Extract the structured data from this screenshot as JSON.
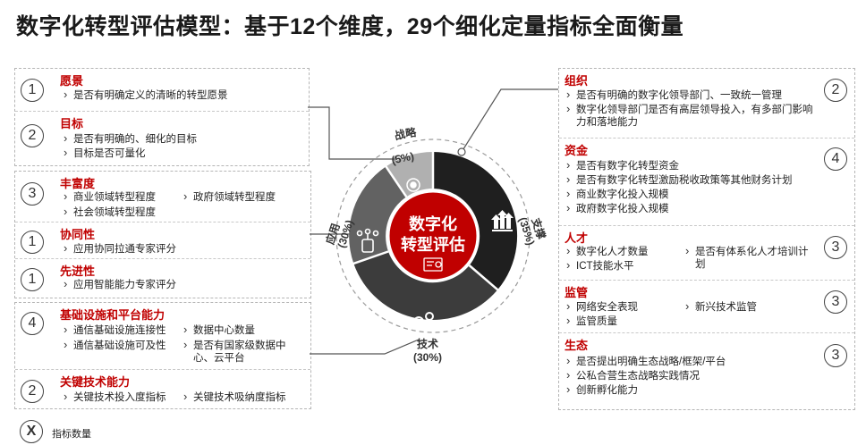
{
  "title": "数字化转型评估模型：基于12个维度，29个细化定量指标全面衡量",
  "center": {
    "line1": "数字化",
    "line2": "转型评估"
  },
  "segments": {
    "strategy": {
      "name": "战略",
      "weight": "(5%)"
    },
    "support": {
      "name": "支撑",
      "weight": "(35%)"
    },
    "tech": {
      "name": "技术",
      "weight": "(30%)"
    },
    "application": {
      "name": "应用",
      "weight": "(30%)"
    }
  },
  "left": {
    "vision": {
      "count": "1",
      "title": "愿景",
      "items": [
        "是否有明确定义的清晰的转型愿景"
      ]
    },
    "goal": {
      "count": "2",
      "title": "目标",
      "items": [
        "是否有明确的、细化的目标",
        "目标是否可量化"
      ]
    },
    "richness": {
      "count": "3",
      "title": "丰富度",
      "items": [
        "商业领域转型程度",
        "政府领域转型程度",
        "社会领域转型程度"
      ]
    },
    "synergy": {
      "count": "1",
      "title": "协同性",
      "items": [
        "应用协同拉通专家评分"
      ]
    },
    "advanced": {
      "count": "1",
      "title": "先进性",
      "items": [
        "应用智能能力专家评分"
      ]
    },
    "infra": {
      "count": "4",
      "title": "基础设施和平台能力",
      "items": [
        "通信基础设施连接性",
        "数据中心数量",
        "通信基础设施可及性",
        "是否有国家级数据中心、云平台"
      ]
    },
    "keytech": {
      "count": "2",
      "title": "关键技术能力",
      "items": [
        "关键技术投入度指标",
        "关键技术吸纳度指标"
      ]
    }
  },
  "right": {
    "org": {
      "count": "2",
      "title": "组织",
      "items": [
        "是否有明确的数字化领导部门、一致统一管理",
        "数字化领导部门是否有高层领导投入，有多部门影响力和落地能力"
      ]
    },
    "fund": {
      "count": "4",
      "title": "资金",
      "items": [
        "是否有数字化转型资金",
        "是否有数字化转型激励税收政策等其他财务计划",
        "商业数字化投入规模",
        "政府数字化投入规模"
      ]
    },
    "talent": {
      "count": "3",
      "title": "人才",
      "items": [
        "数字化人才数量",
        "是否有体系化人才培训计划",
        "ICT技能水平"
      ]
    },
    "reg": {
      "count": "3",
      "title": "监管",
      "items": [
        "网络安全表现",
        "新兴技术监管",
        "监管质量"
      ]
    },
    "eco": {
      "count": "3",
      "title": "生态",
      "items": [
        "是否提出明确生态战略/框架/平台",
        "公私合营生态战略实践情况",
        "创新孵化能力"
      ]
    }
  },
  "legend": {
    "symbol": "X",
    "label": "指标数量"
  },
  "colors": {
    "accent": "#c00000",
    "dark": "#1f1f1f",
    "mid": "#3c3c3c",
    "gray": "#626262",
    "light": "#b0b0b0"
  }
}
